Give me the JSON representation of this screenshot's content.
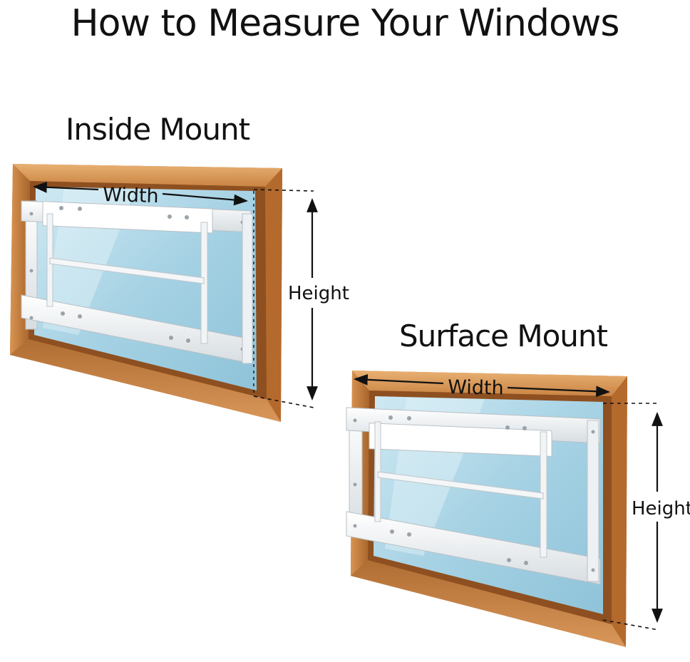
{
  "title": "How to Measure Your Windows",
  "inside_mount": {
    "heading": "Inside Mount",
    "width_label": "Width",
    "height_label": "Height"
  },
  "surface_mount": {
    "heading": "Surface Mount",
    "width_label": "Width",
    "height_label": "Height"
  },
  "colors": {
    "wood_light": "#e3a564",
    "wood_mid": "#c9803d",
    "wood_dark": "#9c5a22",
    "glass": "#a8d4e6",
    "glass_light": "#d2ebf4",
    "bar": "#f3f5f6",
    "bar_shadow": "#c4cacf",
    "line": "#111111"
  }
}
